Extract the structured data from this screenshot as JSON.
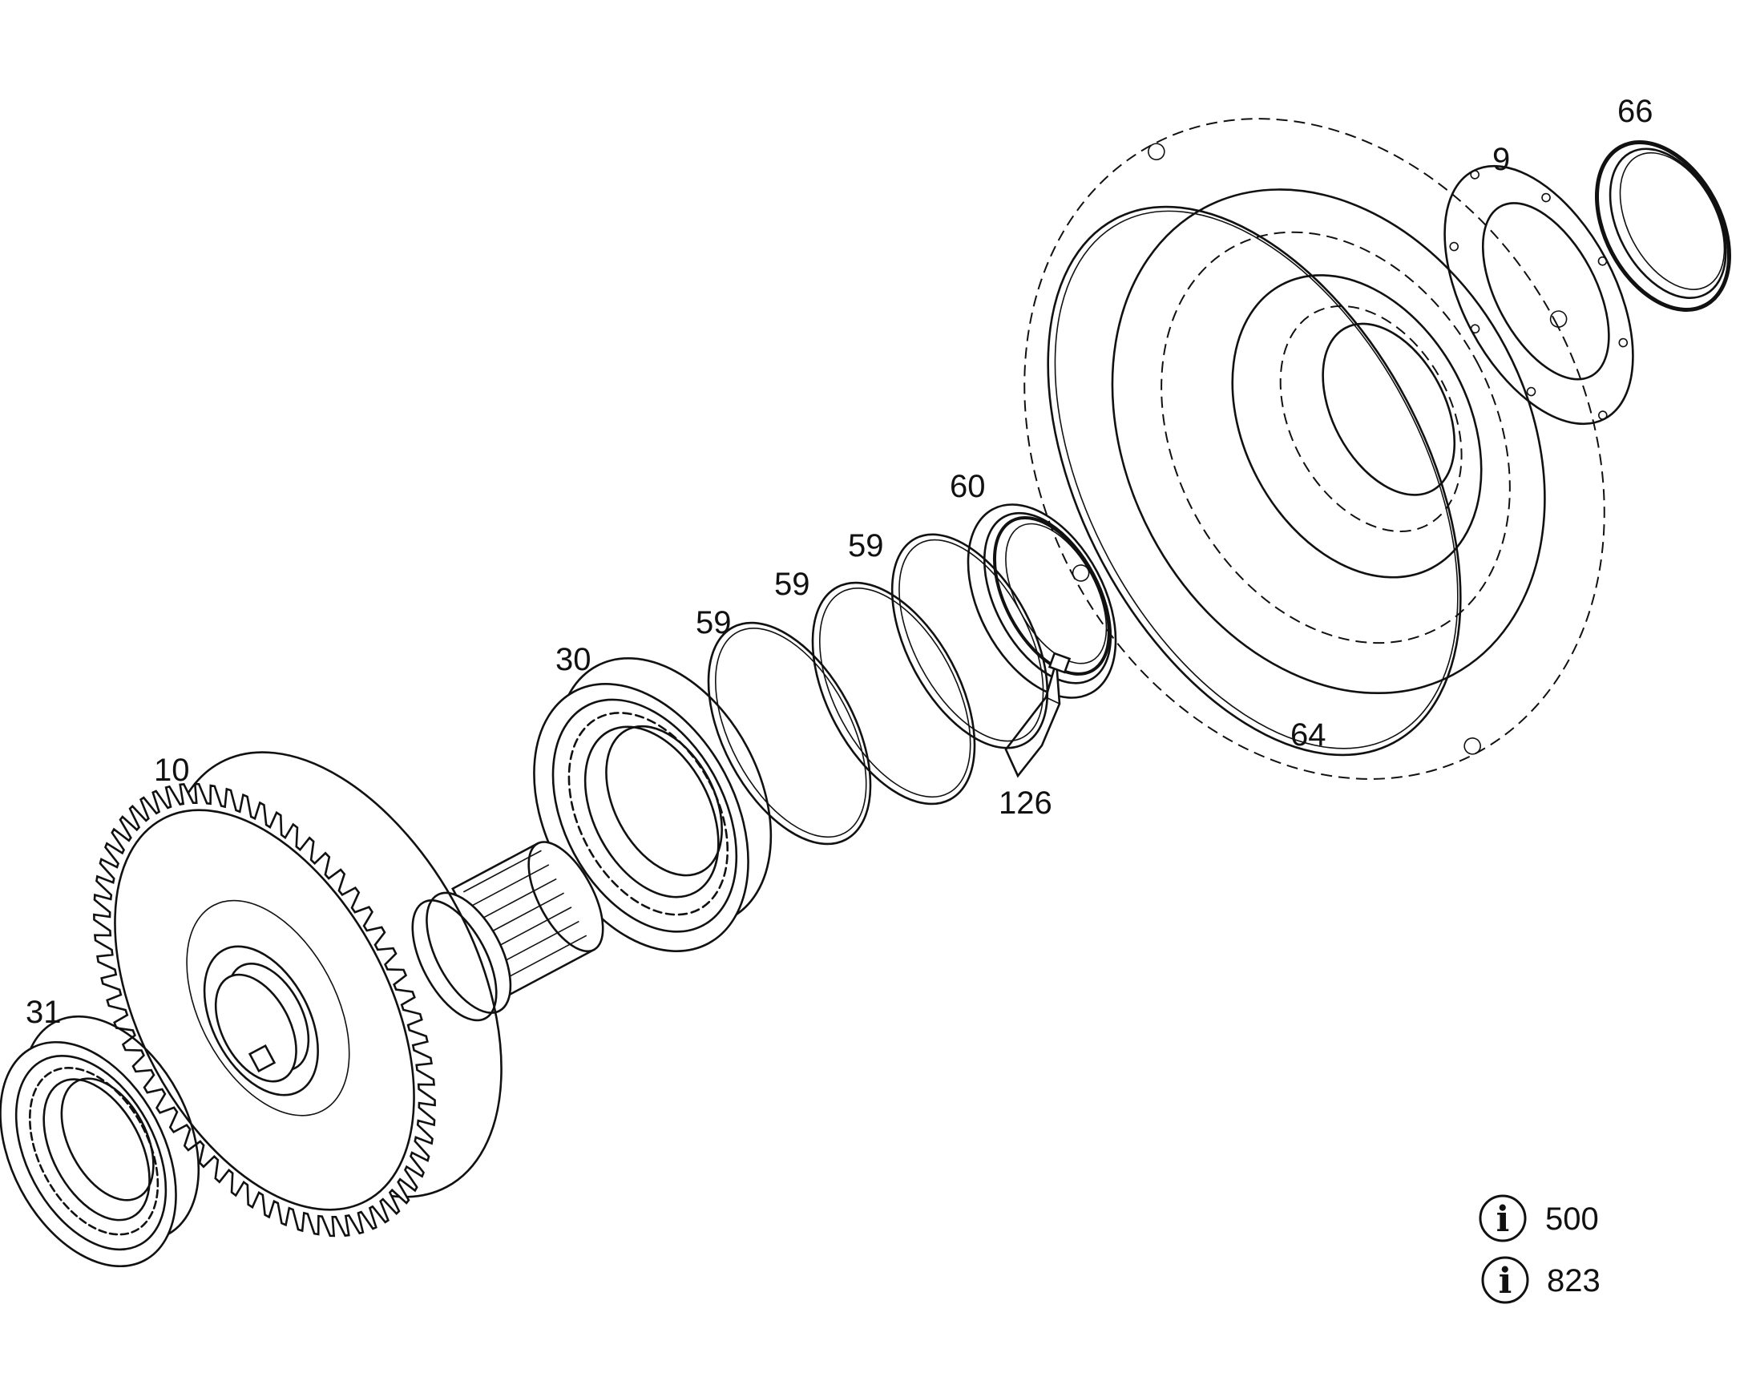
{
  "callouts": {
    "p66": "66",
    "p9": "9",
    "p60": "60",
    "p59a": "59",
    "p59b": "59",
    "p59c": "59",
    "p30": "30",
    "p10": "10",
    "p31": "31",
    "p64": "64",
    "p126": "126"
  },
  "info_refs": [
    {
      "icon": "info-icon",
      "glyph": "i",
      "value": "500"
    },
    {
      "icon": "info-icon",
      "glyph": "i",
      "value": "823"
    }
  ],
  "colors": {
    "line": "#111111",
    "background": "#ffffff"
  }
}
